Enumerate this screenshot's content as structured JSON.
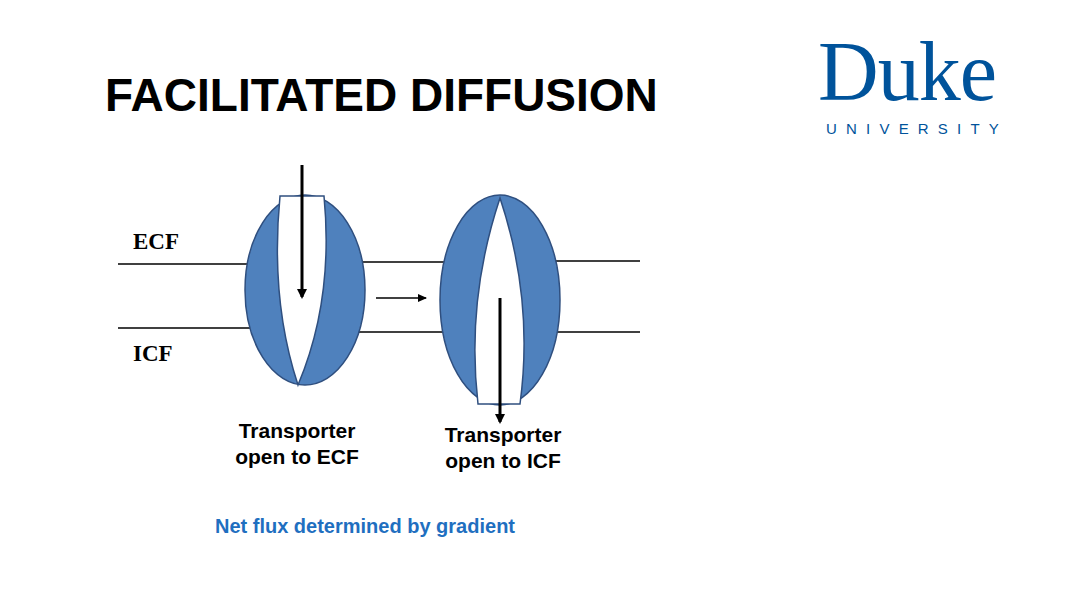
{
  "diagram": {
    "title": "FACILITATED DIFFUSION",
    "caption": "Net flux determined by gradient",
    "nodes": [
      {
        "text": [
          "Transporter open to ECF"
        ]
      },
      {
        "text": [
          "Transporter open to ICF"
        ]
      }
    ],
    "edges": [
      {
        "from": 0,
        "to": 1,
        "arrow": "to"
      }
    ],
    "labels": [
      "ECF",
      "ICF",
      "Duke",
      "UNIVERSITY"
    ]
  }
}
